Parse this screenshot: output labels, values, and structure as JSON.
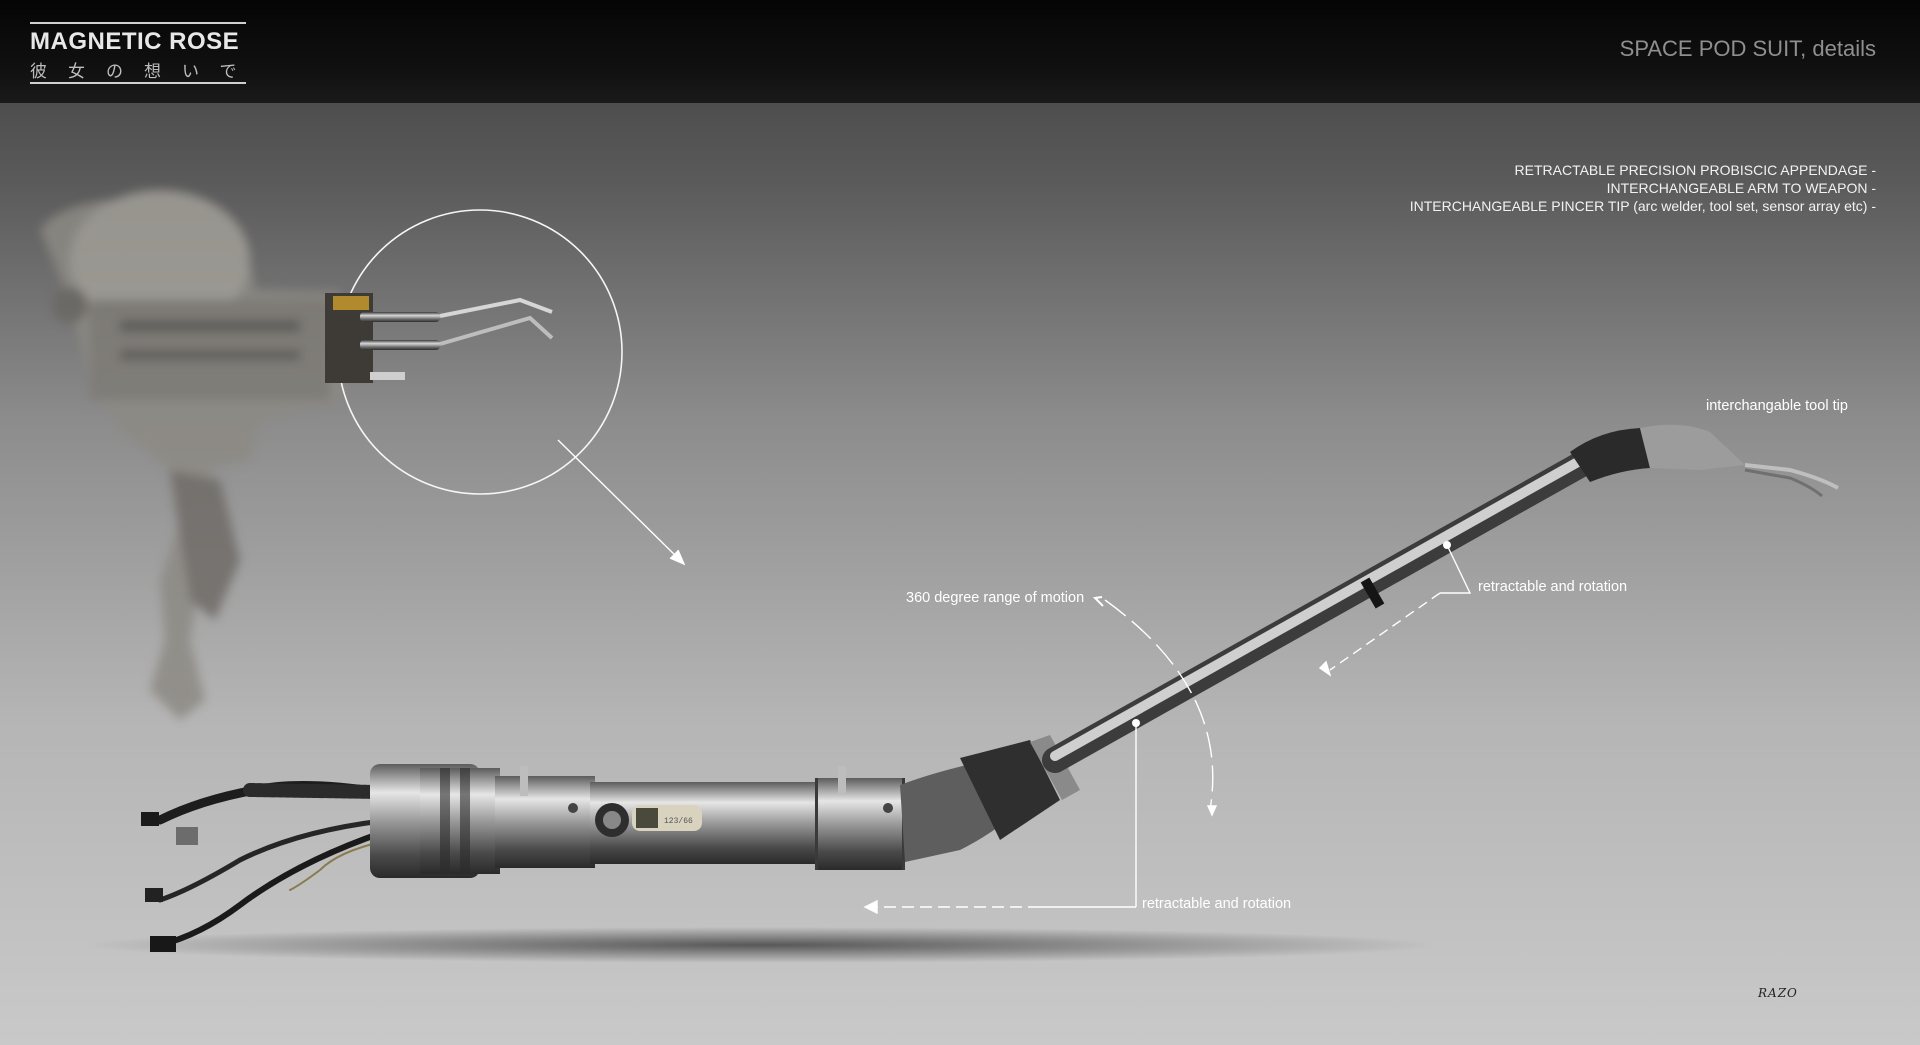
{
  "header": {
    "logo_title": "MAGNETIC ROSE",
    "logo_subtitle": "彼女の想いで",
    "sheet_title": "SPACE POD SUIT, details"
  },
  "notes": [
    "RETRACTABLE PRECISION PROBISCIC APPENDAGE -",
    "INTERCHANGEABLE ARM TO WEAPON -",
    "INTERCHANGEABLE PINCER TIP (arc welder, tool set, sensor array etc) -"
  ],
  "annotations": {
    "tool_tip": "interchangable tool tip",
    "rotation_upper": "retractable and rotation",
    "motion_range": "360 degree range of motion",
    "rotation_lower": "retractable and rotation"
  },
  "barcode_label": "123/66",
  "signature": "RAZO",
  "colors": {
    "header_bg": "#0a0a0a",
    "annotation_text": "#ffffff",
    "metal": "#9a9a9a"
  }
}
